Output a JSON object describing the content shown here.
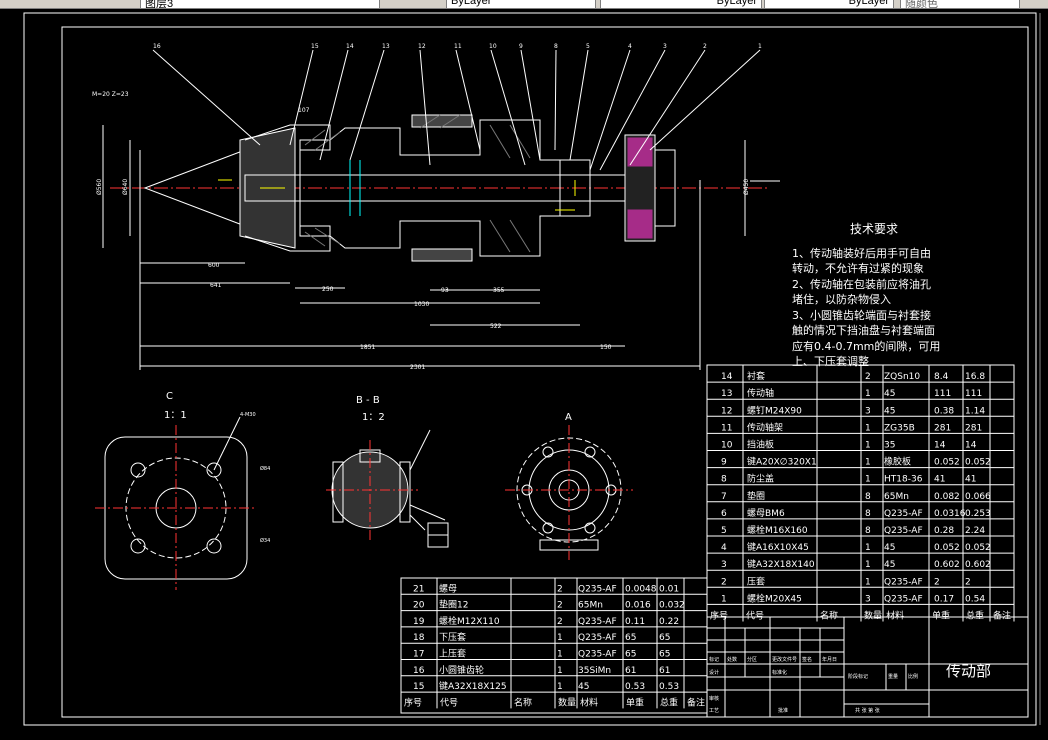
{
  "toolbar": {
    "layer": "图层3",
    "linetype1": "ByLayer",
    "linetype2": "ByLayer",
    "lineweight": "ByLayer",
    "color": "随颜色"
  },
  "views": {
    "section_c": "C",
    "section_c_scale": "1：1",
    "section_bb": "B - B",
    "section_bb_scale": "1：2",
    "view_a": "A"
  },
  "dimensions": {
    "d600": "600",
    "d641": "641",
    "d250": "250",
    "d1030": "1030",
    "d93": "93",
    "d355": "355",
    "d522": "522",
    "d1851": "1851",
    "d150": "150",
    "d2301": "2301",
    "d107": "107",
    "d450": "Ø450",
    "d640": "Ø640",
    "d560": "Ø560",
    "dm": "M=20 Z=23",
    "d4m": "4-M30",
    "d340": "Ø34",
    "d84": "Ø84"
  },
  "balloons": [
    "16",
    "15",
    "14",
    "13",
    "12",
    "11",
    "10",
    "9",
    "8",
    "5",
    "4",
    "3",
    "2",
    "1"
  ],
  "tech": {
    "title": "技术要求",
    "lines": [
      "1、传动轴装好后用手可自由",
      "转动，不允许有过紧的现象",
      "2、传动轴在包装前应将油孔",
      "堵住，以防杂物侵入",
      "3、小圆锥齿轮端面与衬套接",
      "触的情况下挡油盘与衬套端面",
      "应有0.4-0.7mm的间隙，可用",
      "上、下压套调整"
    ]
  },
  "bom_right": {
    "rows": [
      [
        "14",
        "衬套",
        "2",
        "ZQSn10",
        "8.4",
        "16.8"
      ],
      [
        "13",
        "传动轴",
        "1",
        "45",
        "111",
        "111"
      ],
      [
        "12",
        "螺钉M24X90",
        "3",
        "45",
        "0.38",
        "1.14"
      ],
      [
        "11",
        "传动轴架",
        "1",
        "ZG35B",
        "281",
        "281"
      ],
      [
        "10",
        "挡油板",
        "1",
        "35",
        "14",
        "14"
      ],
      [
        "9",
        "键A20X∅320X1",
        "1",
        "橡胶板",
        "0.052",
        "0.052"
      ],
      [
        "8",
        "防尘盖",
        "1",
        "HT18-36",
        "41",
        "41"
      ],
      [
        "7",
        "垫圈",
        "8",
        "65Mn",
        "0.082",
        "0.066"
      ],
      [
        "6",
        "螺母BM6",
        "8",
        "Q235-AF",
        "0.0316",
        "0.253"
      ],
      [
        "5",
        "螺栓M16X160",
        "8",
        "Q235-AF",
        "0.28",
        "2.24"
      ],
      [
        "4",
        "键A16X10X45",
        "1",
        "45",
        "0.052",
        "0.052"
      ],
      [
        "3",
        "键A32X18X140",
        "1",
        "45",
        "0.602",
        "0.602"
      ],
      [
        "2",
        "压套",
        "1",
        "Q235-AF",
        "2",
        "2"
      ],
      [
        "1",
        "螺栓M20X45",
        "3",
        "Q235-AF",
        "0.17",
        "0.54"
      ]
    ],
    "header": [
      "序号",
      "代号",
      "名称",
      "数量",
      "材料",
      "单重",
      "总重",
      "备注"
    ]
  },
  "bom_left": {
    "rows": [
      [
        "21",
        "螺母",
        "2",
        "Q235-AF",
        "0.0048",
        "0.01"
      ],
      [
        "20",
        "垫圈12",
        "2",
        "65Mn",
        "0.016",
        "0.032"
      ],
      [
        "19",
        "螺栓M12X110",
        "2",
        "Q235-AF",
        "0.11",
        "0.22"
      ],
      [
        "18",
        "下压套",
        "1",
        "Q235-AF",
        "65",
        "65"
      ],
      [
        "17",
        "上压套",
        "1",
        "Q235-AF",
        "65",
        "65"
      ],
      [
        "16",
        "小圆锥齿轮",
        "1",
        "35SiMn",
        "61",
        "61"
      ],
      [
        "15",
        "键A32X18X125",
        "1",
        "45",
        "0.53",
        "0.53"
      ]
    ],
    "header": [
      "序号",
      "代号",
      "名称",
      "数量",
      "材料",
      "单重",
      "总重",
      "备注"
    ]
  },
  "title_block": {
    "name": "传动部",
    "c_mark": "标记",
    "c_count": "处数",
    "c_zone": "分区",
    "c_change": "更改文件号",
    "c_sign": "签名",
    "c_date": "年月日",
    "c_design": "设计",
    "c_std": "标准化",
    "c_stage": "阶段标记",
    "c_weight": "重量",
    "c_scale": "比例",
    "c_review": "审核",
    "c_craft": "工艺",
    "c_approve": "批准",
    "c_total": "共 张 第 张"
  }
}
